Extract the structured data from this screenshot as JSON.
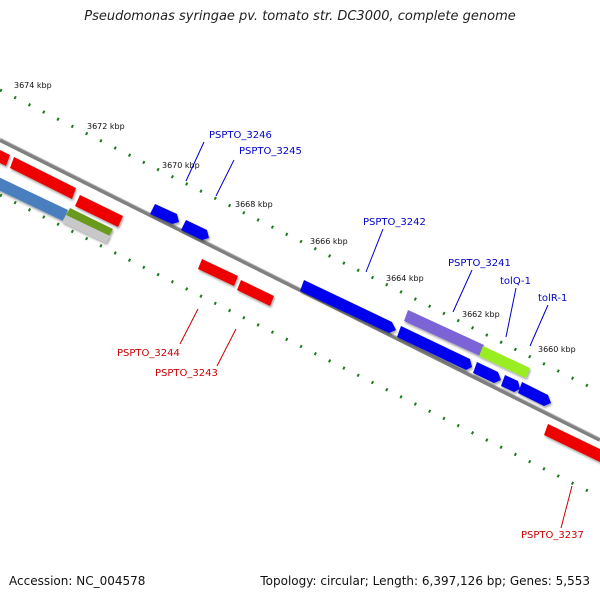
{
  "title": "Pseudomonas syringae pv. tomato str. DC3000, complete genome",
  "accession": "Accession: NC_004578",
  "topology": "Topology: circular; Length: 6,397,126 bp; Genes: 5,553",
  "ticks": [
    "3674 kbp",
    "3672 kbp",
    "3670 kbp",
    "3668 kbp",
    "3666 kbp",
    "3664 kbp",
    "3662 kbp",
    "3660 kbp"
  ],
  "gene_labels": {
    "PSPTO_3246": "PSPTO_3246",
    "PSPTO_3245": "PSPTO_3245",
    "PSPTO_3242": "PSPTO_3242",
    "PSPTO_3241": "PSPTO_3241",
    "tolQ_1": "tolQ-1",
    "tolR_1": "tolR-1",
    "PSPTO_3244": "PSPTO_3244",
    "PSPTO_3243": "PSPTO_3243",
    "PSPTO_3237": "PSPTO_3237"
  },
  "colors": {
    "forward_cds": "#0000ee",
    "reverse_cds": "#ee0000",
    "steel_blue": "#4a7fbf",
    "purple": "#7b63d6",
    "lime": "#99ee22",
    "olive": "#6b9a1e",
    "backbone": "#808080",
    "tick": "#1a7a1a",
    "label_blue": "#0000cc",
    "label_red": "#cc0000"
  }
}
